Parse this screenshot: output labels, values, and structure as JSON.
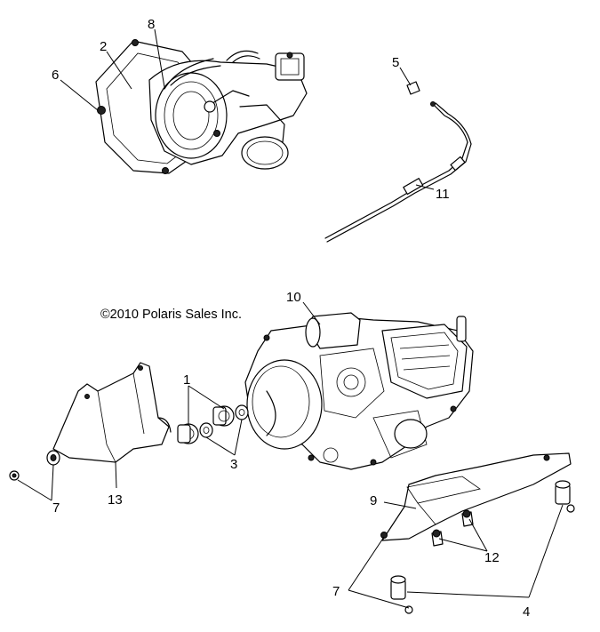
{
  "copyright": "©2010 Polaris Sales Inc.",
  "callouts": {
    "c1": "1",
    "c2": "2",
    "c3": "3",
    "c4": "4",
    "c5": "5",
    "c6": "6",
    "c7a": "7",
    "c7b": "7",
    "c8": "8",
    "c9": "9",
    "c10": "10",
    "c11": "11",
    "c12": "12",
    "c13": "13"
  }
}
